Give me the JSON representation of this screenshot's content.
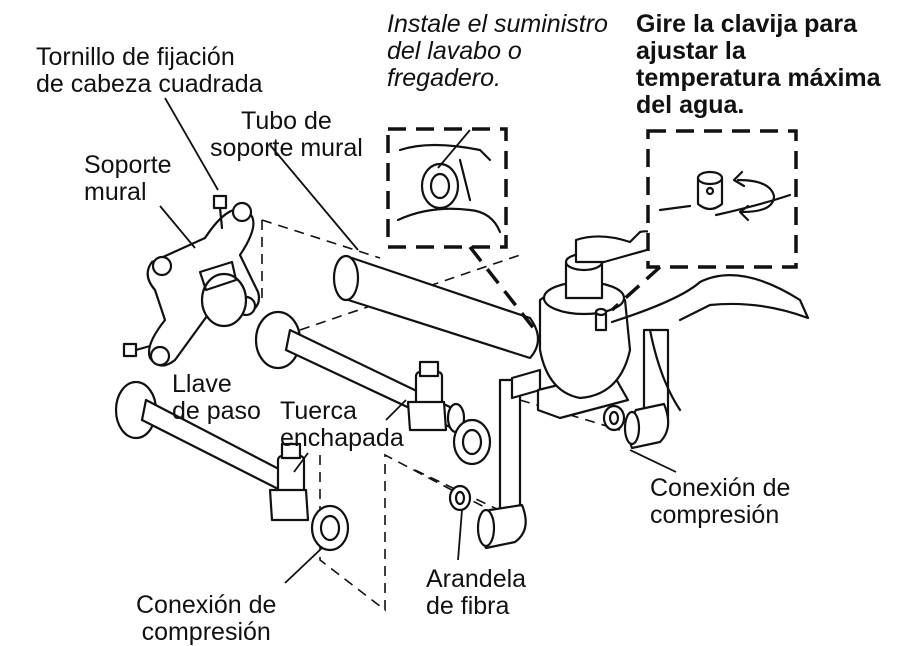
{
  "labels": {
    "screw": [
      "Tornillo de fijación",
      "de cabeza cuadrada"
    ],
    "bracket": [
      "Soporte",
      "mural"
    ],
    "tube": [
      "Tubo de",
      "soporte mural"
    ],
    "supply": [
      "Instale el suministro",
      "del lavabo o",
      "fregadero."
    ],
    "pin": [
      "Gire la clavija para",
      "ajustar la",
      "temperatura máxima",
      "del agua."
    ],
    "valve": [
      "Llave",
      "de paso"
    ],
    "nut": [
      "Tuerca",
      "enchapada"
    ],
    "compression_right": [
      "Conexión de",
      "compresión"
    ],
    "washer": [
      "Arandela",
      "de fibra"
    ],
    "compression_left": [
      "Conexión de",
      "compresión"
    ]
  },
  "icons": [
    "mounting-bracket-icon",
    "support-tube-icon",
    "stop-valve-icon",
    "mixing-valve-icon",
    "temperature-pin-icon",
    "fiber-washer-icon"
  ]
}
